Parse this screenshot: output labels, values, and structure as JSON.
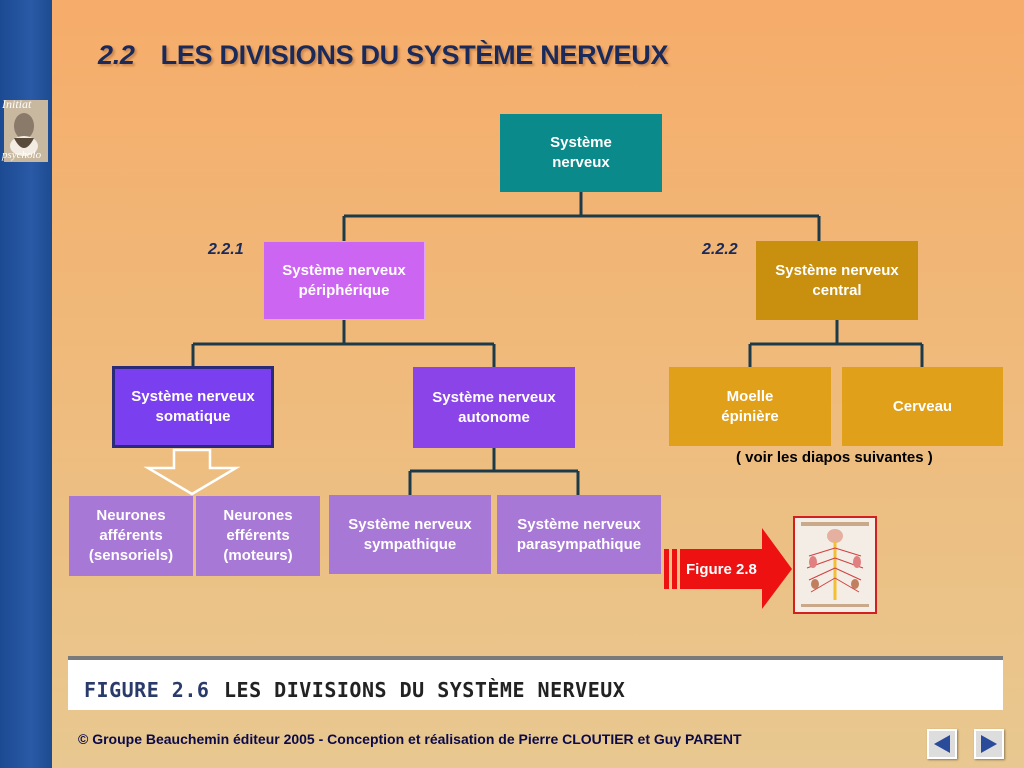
{
  "colors": {
    "root": "#0a8a8a",
    "peripheral": "#cc66f2",
    "central": "#c8900e",
    "central_child": "#e0a01a",
    "somatic": "#7a40f0",
    "autonomic": "#8a44e8",
    "leaf": "#a878d6",
    "sidebar": "#1c4a92",
    "arrow_red": "#ee1111"
  },
  "page": {
    "section_number": "2.2",
    "title": "LES DIVISIONS DU SYSTÈME NERVEUX"
  },
  "diagram": {
    "root": "Système\nnerveux",
    "label_peripheral": "2.2.1",
    "label_central": "2.2.2",
    "peripheral": "Système nerveux\npériphérique",
    "central": "Système nerveux\ncentral",
    "somatic": "Système nerveux\nsomatique",
    "autonomic": "Système nerveux\nautonome",
    "spinal_cord": "Moelle\népinière",
    "brain": "Cerveau",
    "afferent": "Neurones\nafférents\n(sensoriels)",
    "efferent": "Neurones\nefférents\n(moteurs)",
    "sympathetic": "Système nerveux\nsympathique",
    "parasympathetic": "Système nerveux\nparasympathique",
    "note": "( voir les diapos suivantes )",
    "figure_link": "Figure 2.8"
  },
  "caption": {
    "figure_number": "FIGURE 2.6",
    "figure_title": "LES DIVISIONS DU SYSTÈME NERVEUX"
  },
  "footer": {
    "text": "© Groupe Beauchemin éditeur 2005 - Conception et réalisation de Pierre CLOUTIER et Guy PARENT"
  },
  "nav": {
    "prev_icon": "left-triangle-icon",
    "next_icon": "right-triangle-icon"
  }
}
